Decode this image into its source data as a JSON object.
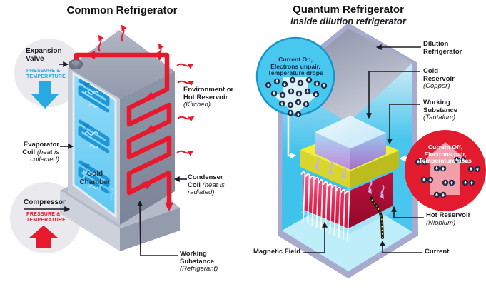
{
  "left": {
    "title": "Common Refrigerator",
    "expansion_valve": "Expansion\nValve",
    "pressure_temp_cold": "PRESSURE &\nTEMPERATURE",
    "environment_name": "Environment or Hot Reservoir",
    "environment_note": "(Kitchen)",
    "evaporator_name": "Evaporator Coil",
    "evaporator_note": "(heat is collected)",
    "cold_chamber": "Cold\nChamber",
    "compressor": "Compressor",
    "pressure_temp_hot": "PRESSURE &\nTEMPERATURE",
    "condenser_name": "Condenser Coil",
    "condenser_note": "(heat is radiated)",
    "working_name": "Working Substance",
    "working_note": "(Refrigerant)"
  },
  "right": {
    "title": "Quantum Refrigerator",
    "subtitle": "inside dilution refrigerator",
    "bubble_on": "Current On,\nElectrons unpair,\nTemperature drops",
    "bubble_off": "Current Off,\nElectrons pair,\nTemperature rises",
    "dilution": "Dilution\nRefrigerator",
    "cold_name": "Cold\nReservoir",
    "cold_note": "(Copper)",
    "working_name": "Working\nSubstance",
    "working_note": "(Tantalum)",
    "hot_name": "Hot Reservoir",
    "hot_note": "(Niobium)",
    "magnetic_field": "Magnetic Field",
    "current": "Current"
  },
  "colors": {
    "hot_red": "#e8192c",
    "cold_blue": "#29a9e1",
    "box_cyan": "#45c7ef",
    "tantalum_yellow": "#f1ee3a",
    "navy_text": "#0e3055"
  }
}
